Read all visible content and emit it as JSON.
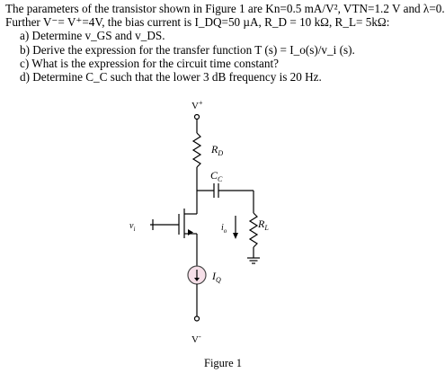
{
  "problem": {
    "intro_line1": "The parameters of the transistor shown in Figure 1 are Kn=0.5 mA/V², VTN=1.2 V and λ=0.",
    "intro_line2": "Further V⁻= V⁺=4V, the bias current is I_DQ=50 µA, R_D = 10 kΩ, R_L= 5kΩ:",
    "items": [
      "a)  Determine v_GS  and v_DS.",
      "b)  Derive the expression for the transfer function T (s) = I_o(s)/v_i (s).",
      "c)  What is the expression for the circuit time constant?",
      "d)  Determine C_C such that the lower 3 dB frequency is 20 Hz."
    ]
  },
  "figure": {
    "vplus_label": "V⁺",
    "vminus_label": "V⁻",
    "rd_label": "R_D",
    "cc_label": "C_C",
    "rl_label": "R_L",
    "vi_label": "v_i",
    "io_label": "i_o",
    "iq_label": "I_Q",
    "caption": "Figure 1"
  }
}
